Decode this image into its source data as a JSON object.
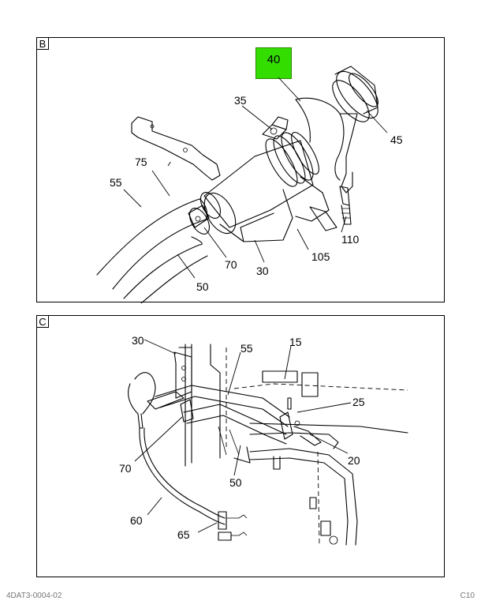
{
  "panels": [
    {
      "letter": "B",
      "highlight_color": "#33dd00",
      "callouts": {
        "c40": "40",
        "c35": "35",
        "c45": "45",
        "c75": "75",
        "c55": "55",
        "c110": "110",
        "c70": "70",
        "c105": "105",
        "c30": "30",
        "c50": "50"
      }
    },
    {
      "letter": "C",
      "callouts": {
        "c30": "30",
        "c55": "55",
        "c15": "15",
        "c25": "25",
        "c20": "20",
        "c70": "70",
        "c50": "50",
        "c60": "60",
        "c65": "65"
      }
    }
  ],
  "footer": {
    "left": "4DAT3-0004-02",
    "right": "C10"
  }
}
